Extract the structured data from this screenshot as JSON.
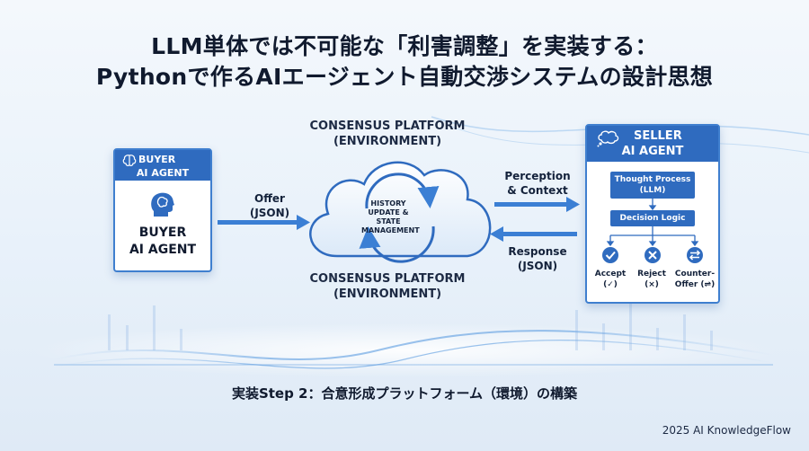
{
  "title": {
    "line1": "LLM単体では不可能な「利害調整」を実装する：",
    "line2": "Pythonで作るAIエージェント自動交渉システムの設計思想"
  },
  "platform": {
    "label_top_line1": "CONSENSUS PLATFORM",
    "label_top_line2": "(ENVIRONMENT)",
    "label_bottom_line1": "CONSENSUS PLATFORM",
    "label_bottom_line2": "(ENVIRONMENT)",
    "center_line1": "HISTORY",
    "center_line2": "UPDATE &",
    "center_line3": "STATE",
    "center_line4": "MANAGEMENT"
  },
  "buyer": {
    "header_line1": "BUYER",
    "header_line2": "AI AGENT",
    "body_line1": "BUYER",
    "body_line2": "AI AGENT",
    "header_icon": "brain-icon",
    "body_icon": "head-brain-icon"
  },
  "arrows": {
    "offer_line1": "Offer",
    "offer_line2": "(JSON)",
    "perception_line1": "Perception",
    "perception_line2": "& Context",
    "response_line1": "Response",
    "response_line2": "(JSON)"
  },
  "seller": {
    "header_line1": "SELLER",
    "header_line2": "AI AGENT",
    "header_icon": "thought-bubble-icon",
    "thought_line1": "Thought Process",
    "thought_line2": "(LLM)",
    "decision": "Decision Logic",
    "accept_line1": "Accept",
    "accept_line2": "(✓)",
    "reject_line1": "Reject",
    "reject_line2": "(×)",
    "counter_line1": "Counter-",
    "counter_line2": "Offer (⇌)"
  },
  "step_label": "実装Step 2：合意形成プラットフォーム（環境）の構築",
  "footer": "2025 AI KnowledgeFlow",
  "colors": {
    "primary_blue": "#2f6bbf",
    "card_border": "#3f7fcf",
    "arrow_blue": "#3b7fd4",
    "cloud_fill": "#f3f8fd",
    "cloud_stroke": "#2f6bbf"
  }
}
